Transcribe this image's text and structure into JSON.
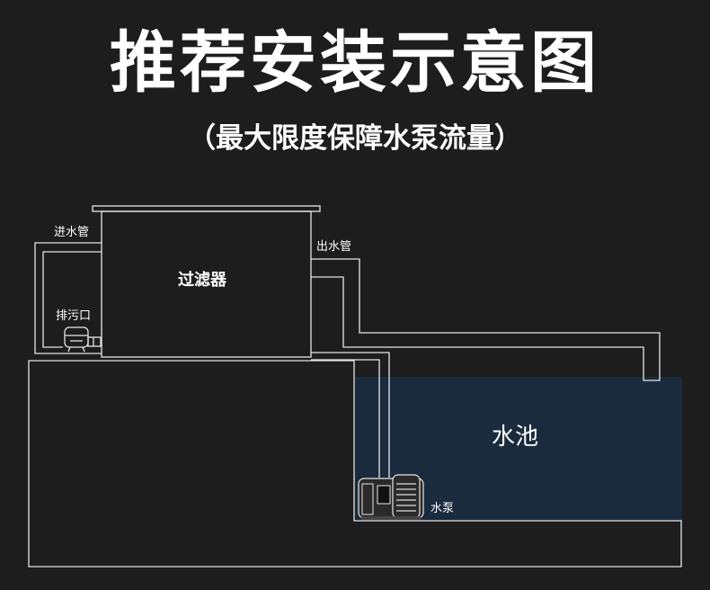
{
  "title": "推荐安装示意图",
  "subtitle": "（最大限度保障水泵流量）",
  "labels": {
    "inlet_pipe": "进水管",
    "outlet_pipe": "出水管",
    "filter": "过滤器",
    "drain": "排污口",
    "pool": "水池",
    "pump": "水泵"
  },
  "colors": {
    "background": "#1d1d1d",
    "pool_water": "#1a2b3d",
    "line": "#e6e6e6"
  }
}
